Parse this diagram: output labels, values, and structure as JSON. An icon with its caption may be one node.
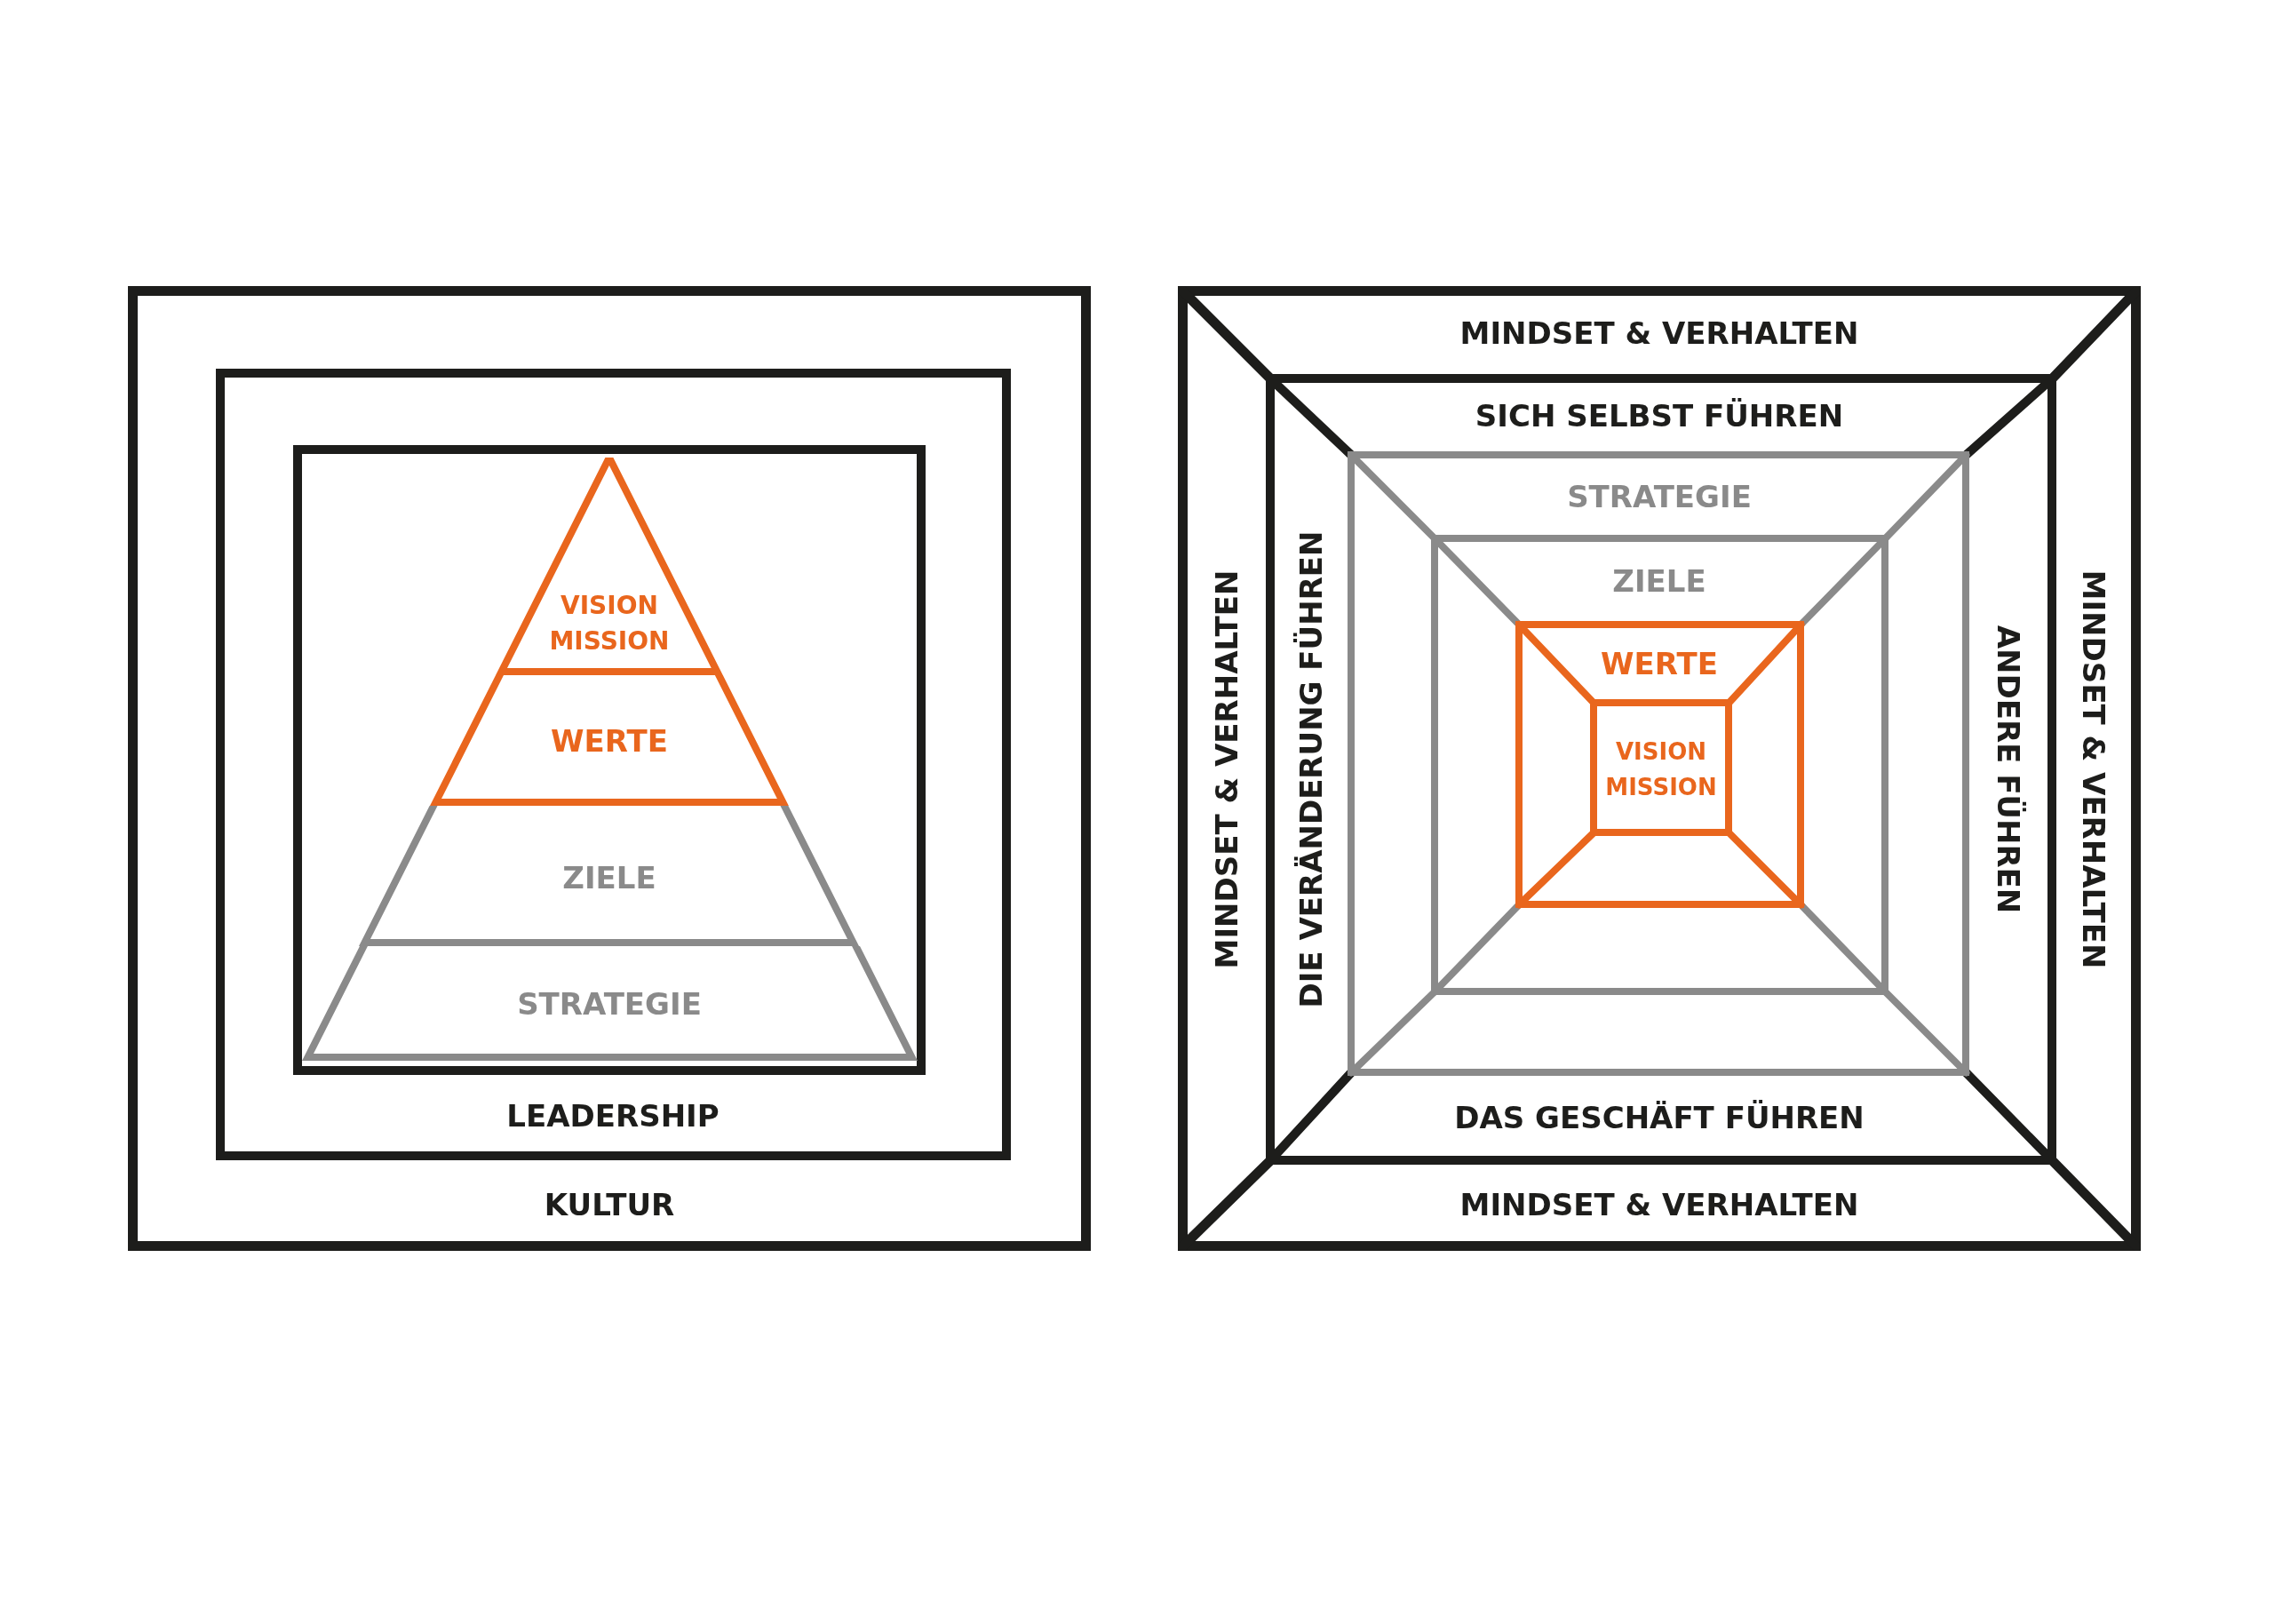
{
  "diagram": {
    "nodes": [
      {
        "text": [
          "KULTUR"
        ]
      },
      {
        "text": [
          "LEADERSHIP"
        ],
        "in": 0
      },
      {
        "text": [],
        "shape": "box",
        "in": 1
      },
      {
        "text": [
          "VISION",
          "MISSION"
        ],
        "in": 2
      },
      {
        "text": [
          "WERTE"
        ],
        "in": 2
      },
      {
        "text": [
          "ZIELE"
        ],
        "in": 2
      },
      {
        "text": [
          "STRATEGIE"
        ],
        "in": 2
      },
      {
        "text": [
          "MINDSET & VERHALTEN",
          "MINDSET & VERHALTEN",
          "MINDSET & VERHALTEN",
          "MINDSET & VERHALTEN"
        ]
      },
      {
        "text": [
          "SICH SELBST FÜHREN",
          "DIE VERÄNDERUNG FÜHREN",
          "ANDERE FÜHREN",
          "DAS GESCHÄFT FÜHREN"
        ],
        "in": 7
      },
      {
        "text": [
          "STRATEGIE"
        ],
        "in": 8
      },
      {
        "text": [
          "ZIELE"
        ],
        "in": 9
      },
      {
        "text": [
          "WERTE"
        ],
        "in": 10
      },
      {
        "text": [
          "VISION",
          "MISSION"
        ],
        "in": 11
      }
    ]
  }
}
